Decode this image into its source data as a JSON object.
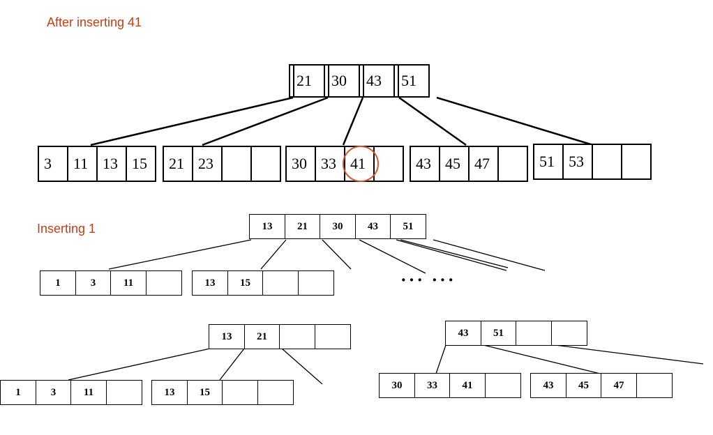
{
  "colors": {
    "caption": "#c0401a",
    "highlight": "#d9542a",
    "line": "#000000"
  },
  "captions": {
    "after_insert_41": "After inserting 41",
    "inserting_1": "Inserting 1"
  },
  "top_tree": {
    "root": [
      "21",
      "30",
      "43",
      "51"
    ],
    "leaves": [
      [
        "3",
        "11",
        "13",
        "15"
      ],
      [
        "21",
        "23",
        "",
        ""
      ],
      [
        "30",
        "33",
        "41",
        ""
      ],
      [
        "43",
        "45",
        "47",
        ""
      ],
      [
        "51",
        "53",
        "",
        ""
      ]
    ],
    "highlighted_key": "41"
  },
  "insert_1": {
    "root": [
      "13",
      "21",
      "30",
      "43",
      "51"
    ],
    "leaves": [
      [
        "1",
        "3",
        "11",
        ""
      ],
      [
        "13",
        "15",
        "",
        ""
      ]
    ],
    "ellipsis": "··· ···"
  },
  "split_result": {
    "left_parent": [
      "13",
      "21",
      "",
      ""
    ],
    "left_leaves": [
      [
        "1",
        "3",
        "11",
        ""
      ],
      [
        "13",
        "15",
        "",
        ""
      ]
    ],
    "right_parent": [
      "43",
      "51",
      "",
      ""
    ],
    "right_leaves": [
      [
        "30",
        "33",
        "41",
        ""
      ],
      [
        "43",
        "45",
        "47",
        ""
      ]
    ]
  }
}
